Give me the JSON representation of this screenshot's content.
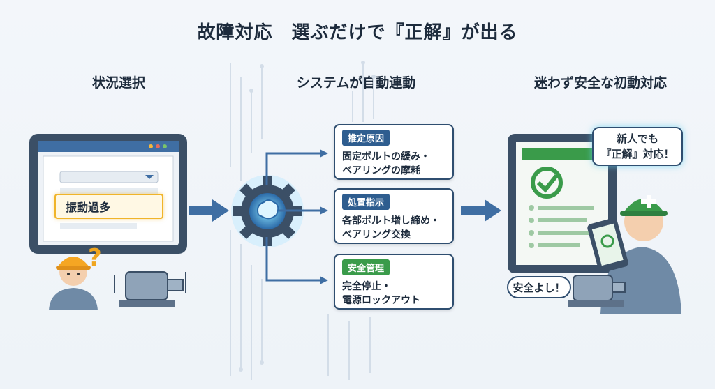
{
  "title": "故障対応　選ぶだけで『正解』が出る",
  "steps": [
    {
      "label": "状況選択"
    },
    {
      "label": "システムが自動連動"
    },
    {
      "label": "迷わず安全な初動対応"
    }
  ],
  "selection": {
    "value": "振動過多"
  },
  "cards": [
    {
      "badge": "推定原因",
      "text": "固定ボルトの緩み・\nベアリングの摩耗",
      "color": "#2e5d8f"
    },
    {
      "badge": "処置指示",
      "text": "各部ボルト増し締め・\nベアリング交換",
      "color": "#2e5d8f"
    },
    {
      "badge": "安全管理",
      "text": "完全停止・\n電源ロックアウト",
      "color": "#3a9b4a"
    }
  ],
  "bubbles": {
    "newcomer": "新人でも\n『正解』対応！",
    "safe": "安全よし！"
  },
  "question_mark": "?",
  "icons": [
    "tablet-icon",
    "gear-brain-icon",
    "motor-icon",
    "worker-icon",
    "checkmark-icon",
    "arrow-icon"
  ]
}
